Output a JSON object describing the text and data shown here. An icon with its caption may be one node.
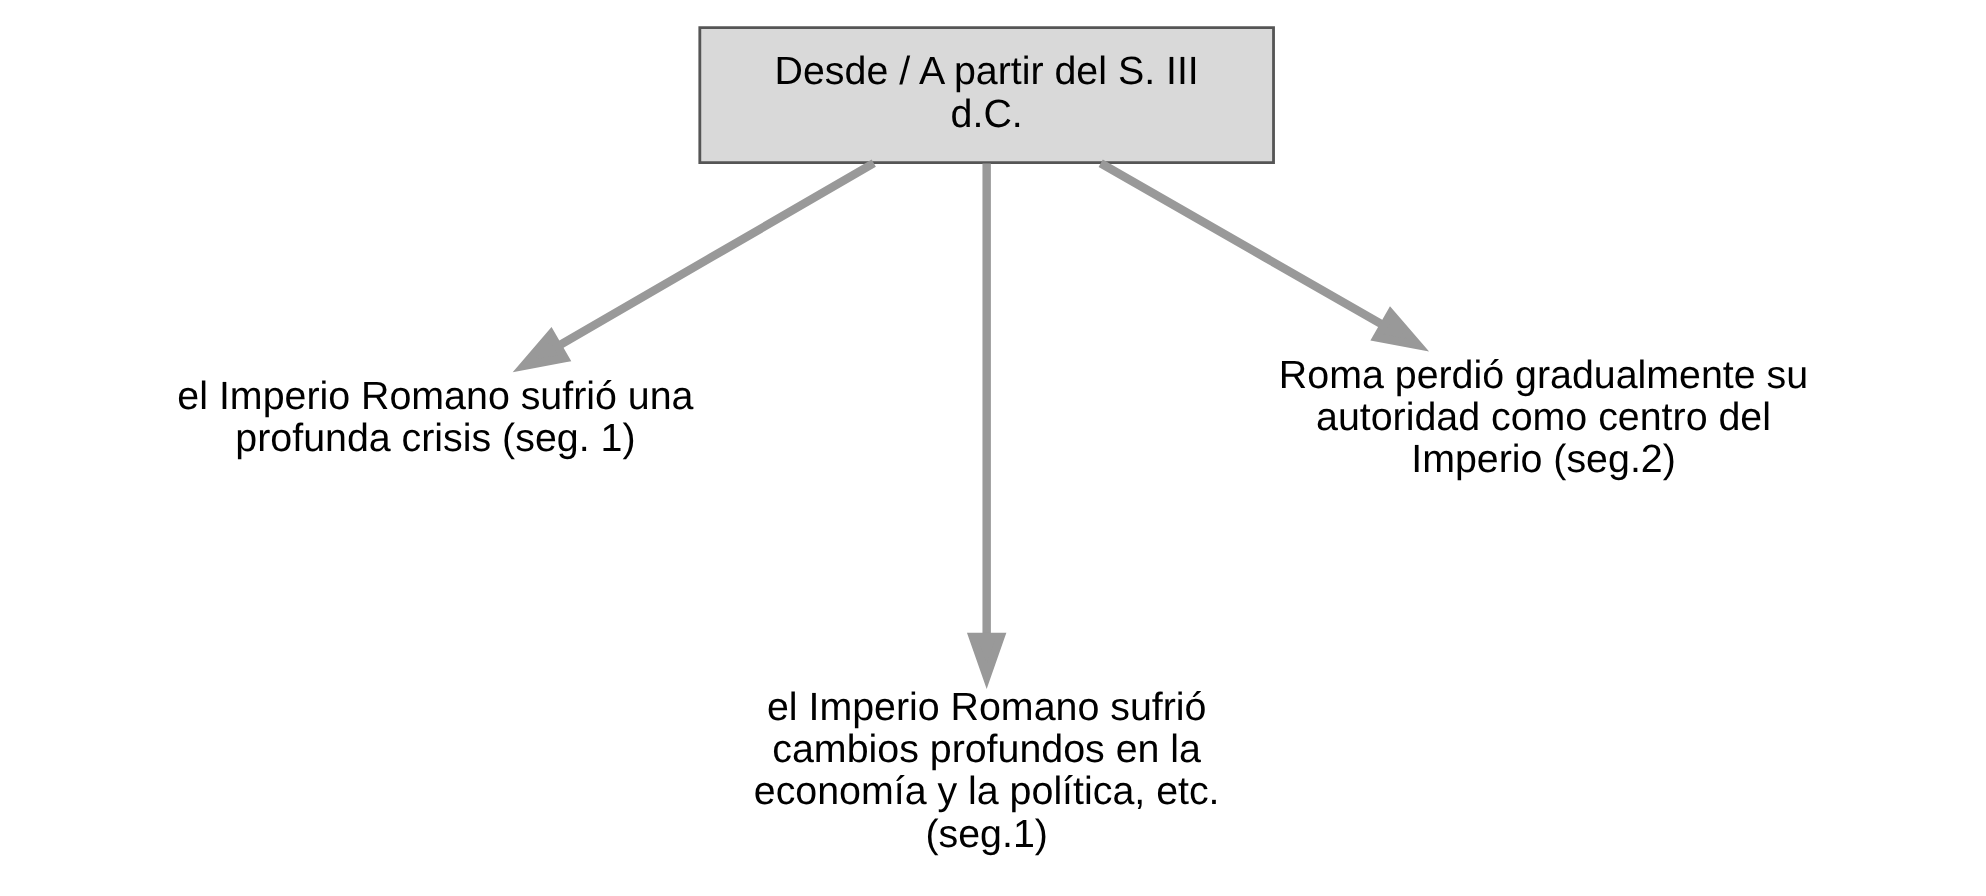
{
  "diagram": {
    "nodes": [
      {
        "text": [
          "Desde / A partir del S. III d.C."
        ]
      },
      {
        "text": [
          "el Imperio Romano sufrió una profunda crisis (seg. 1)"
        ]
      },
      {
        "text": [
          "el Imperio Romano sufrió cambios profundos en la economía y la política, etc. (seg.1)"
        ]
      },
      {
        "text": [
          "Roma perdió gradualmente su autoridad como centro del Imperio (seg.2)"
        ]
      }
    ],
    "edges": [
      {
        "from": 0,
        "to": 1,
        "arrow": "to"
      },
      {
        "from": 0,
        "to": 2,
        "arrow": "to"
      },
      {
        "from": 0,
        "to": 3,
        "arrow": "to"
      }
    ]
  }
}
